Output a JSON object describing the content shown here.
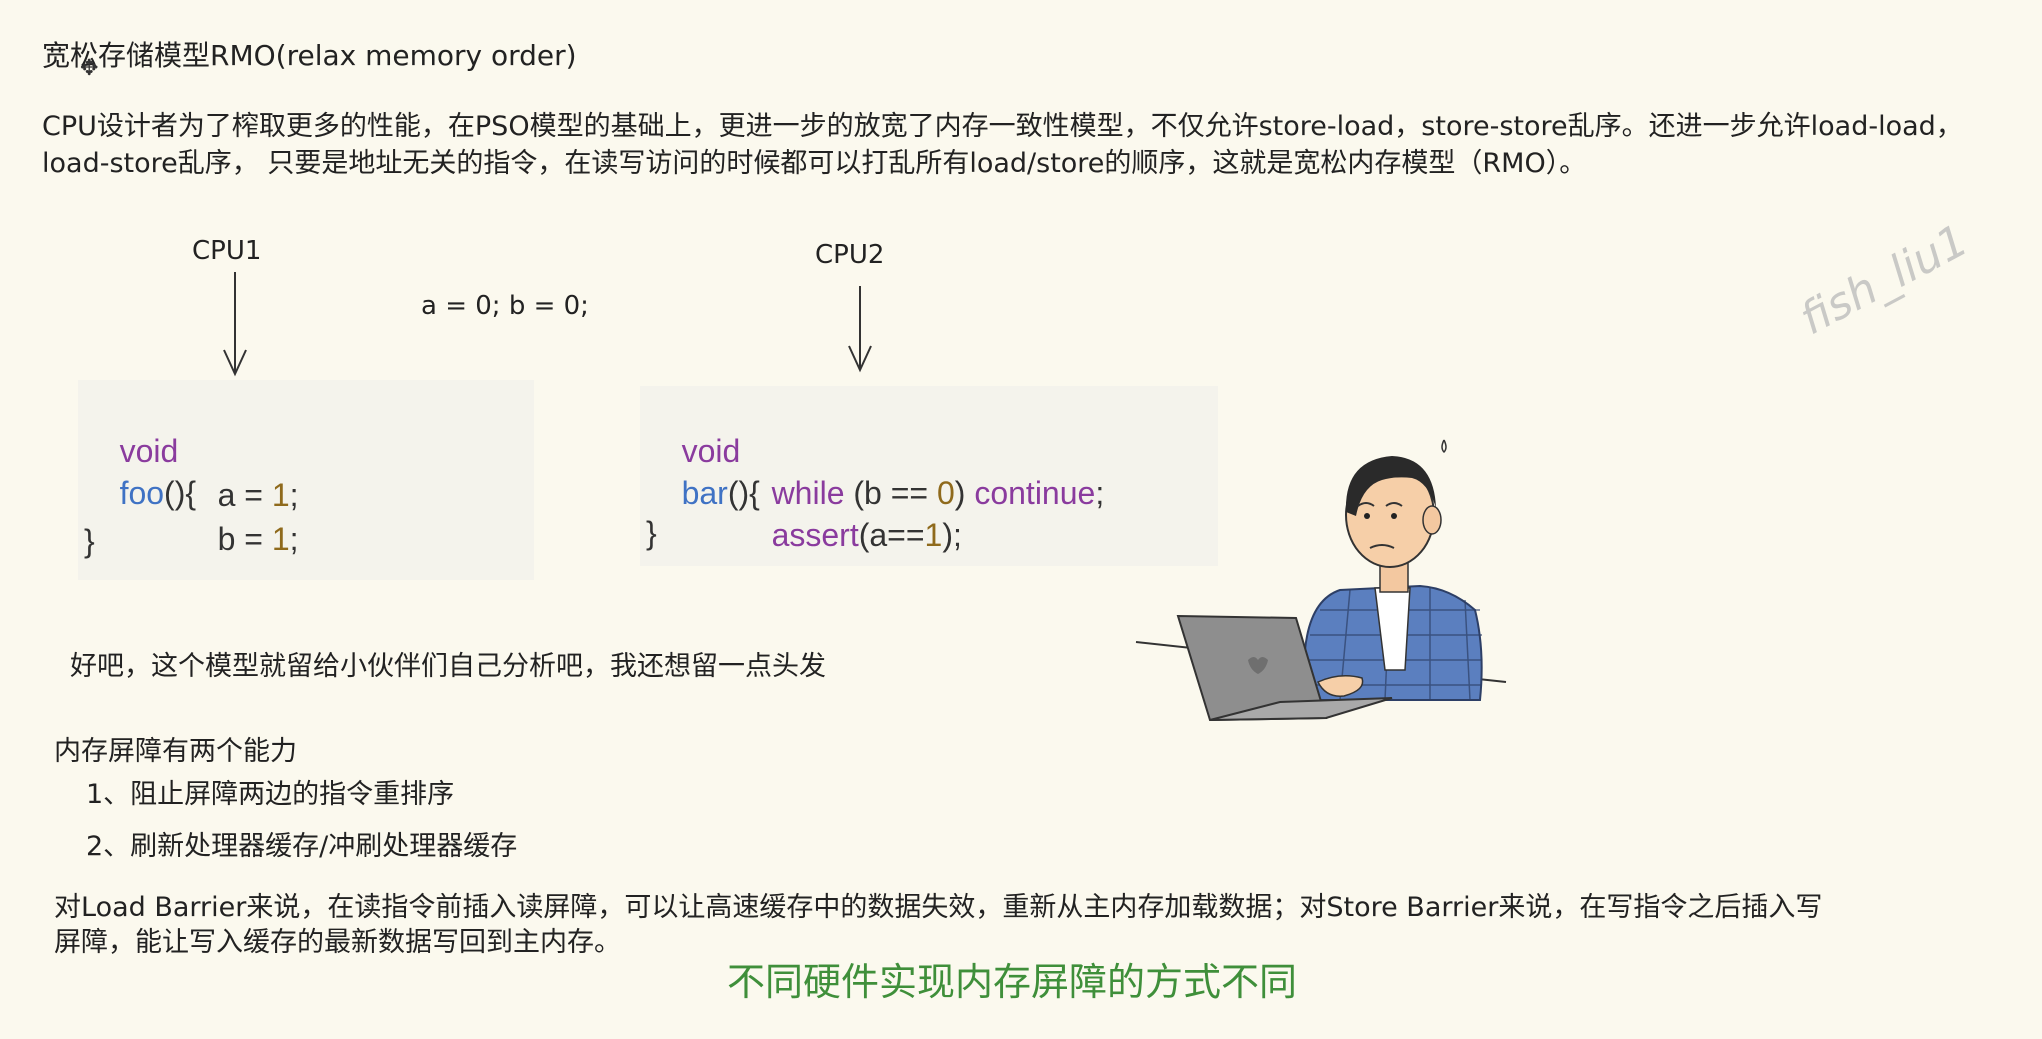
{
  "title": "宽松存储模型RMO(relax memory order)",
  "intro": {
    "line1": "CPU设计者为了榨取更多的性能，在PSO模型的基础上，更进一步的放宽了内存一致性模型，不仅允许store-load，store-store乱序。还进一步允许load-load，",
    "line2": "load-store乱序， 只要是地址无关的指令，在读写访问的时候都可以打乱所有load/store的顺序，这就是宽松内存模型（RMO）。"
  },
  "diagram": {
    "cpu1_label": "CPU1",
    "cpu2_label": "CPU2",
    "init": "a = 0; b = 0;"
  },
  "code1": {
    "l1_kw": "void",
    "l1_fn": "foo",
    "l1_rest": "(){",
    "l2_a": "a = ",
    "l2_num": "1",
    "l2_end": ";",
    "l3_b": "b = ",
    "l3_num": "1",
    "l3_end": ";",
    "l4": "}"
  },
  "code2": {
    "l1_kw": "void",
    "l1_fn": "bar",
    "l1_rest": "(){",
    "l2_kw": "while",
    "l2_mid": " (b == ",
    "l2_num": "0",
    "l2_close": ") ",
    "l2_kw2": "continue",
    "l2_end": ";",
    "l3_kw": "assert",
    "l3_mid": "(a==",
    "l3_num": "1",
    "l3_end": ");",
    "l4": "}"
  },
  "note": "好吧，这个模型就留给小伙伴们自己分析吧，我还想留一点头发",
  "barrier": {
    "title": "内存屏障有两个能力",
    "item1": "1、阻止屏障两边的指令重排序",
    "item2": "2、刷新处理器缓存/冲刷处理器缓存"
  },
  "explain": {
    "line1": "对Load Barrier来说，在读指令前插入读屏障，可以让高速缓存中的数据失效，重新从主内存加载数据；对Store Barrier来说，在写指令之后插入写",
    "line2": "屏障，能让写入缓存的最新数据写回到主内存。"
  },
  "subtitle": "不同硬件实现内存屏障的方式不同",
  "watermark": "fish_liu1",
  "icons": {
    "cursor": "move-cursor-icon",
    "arrow": "down-arrow-icon",
    "illustration": "man-with-laptop-illustration"
  },
  "colors": {
    "background": "#fbf9ee",
    "keyword": "#8a3b9e",
    "function": "#3f72c4",
    "number": "#8f6a1c",
    "subtitle": "#3f8f3a"
  }
}
